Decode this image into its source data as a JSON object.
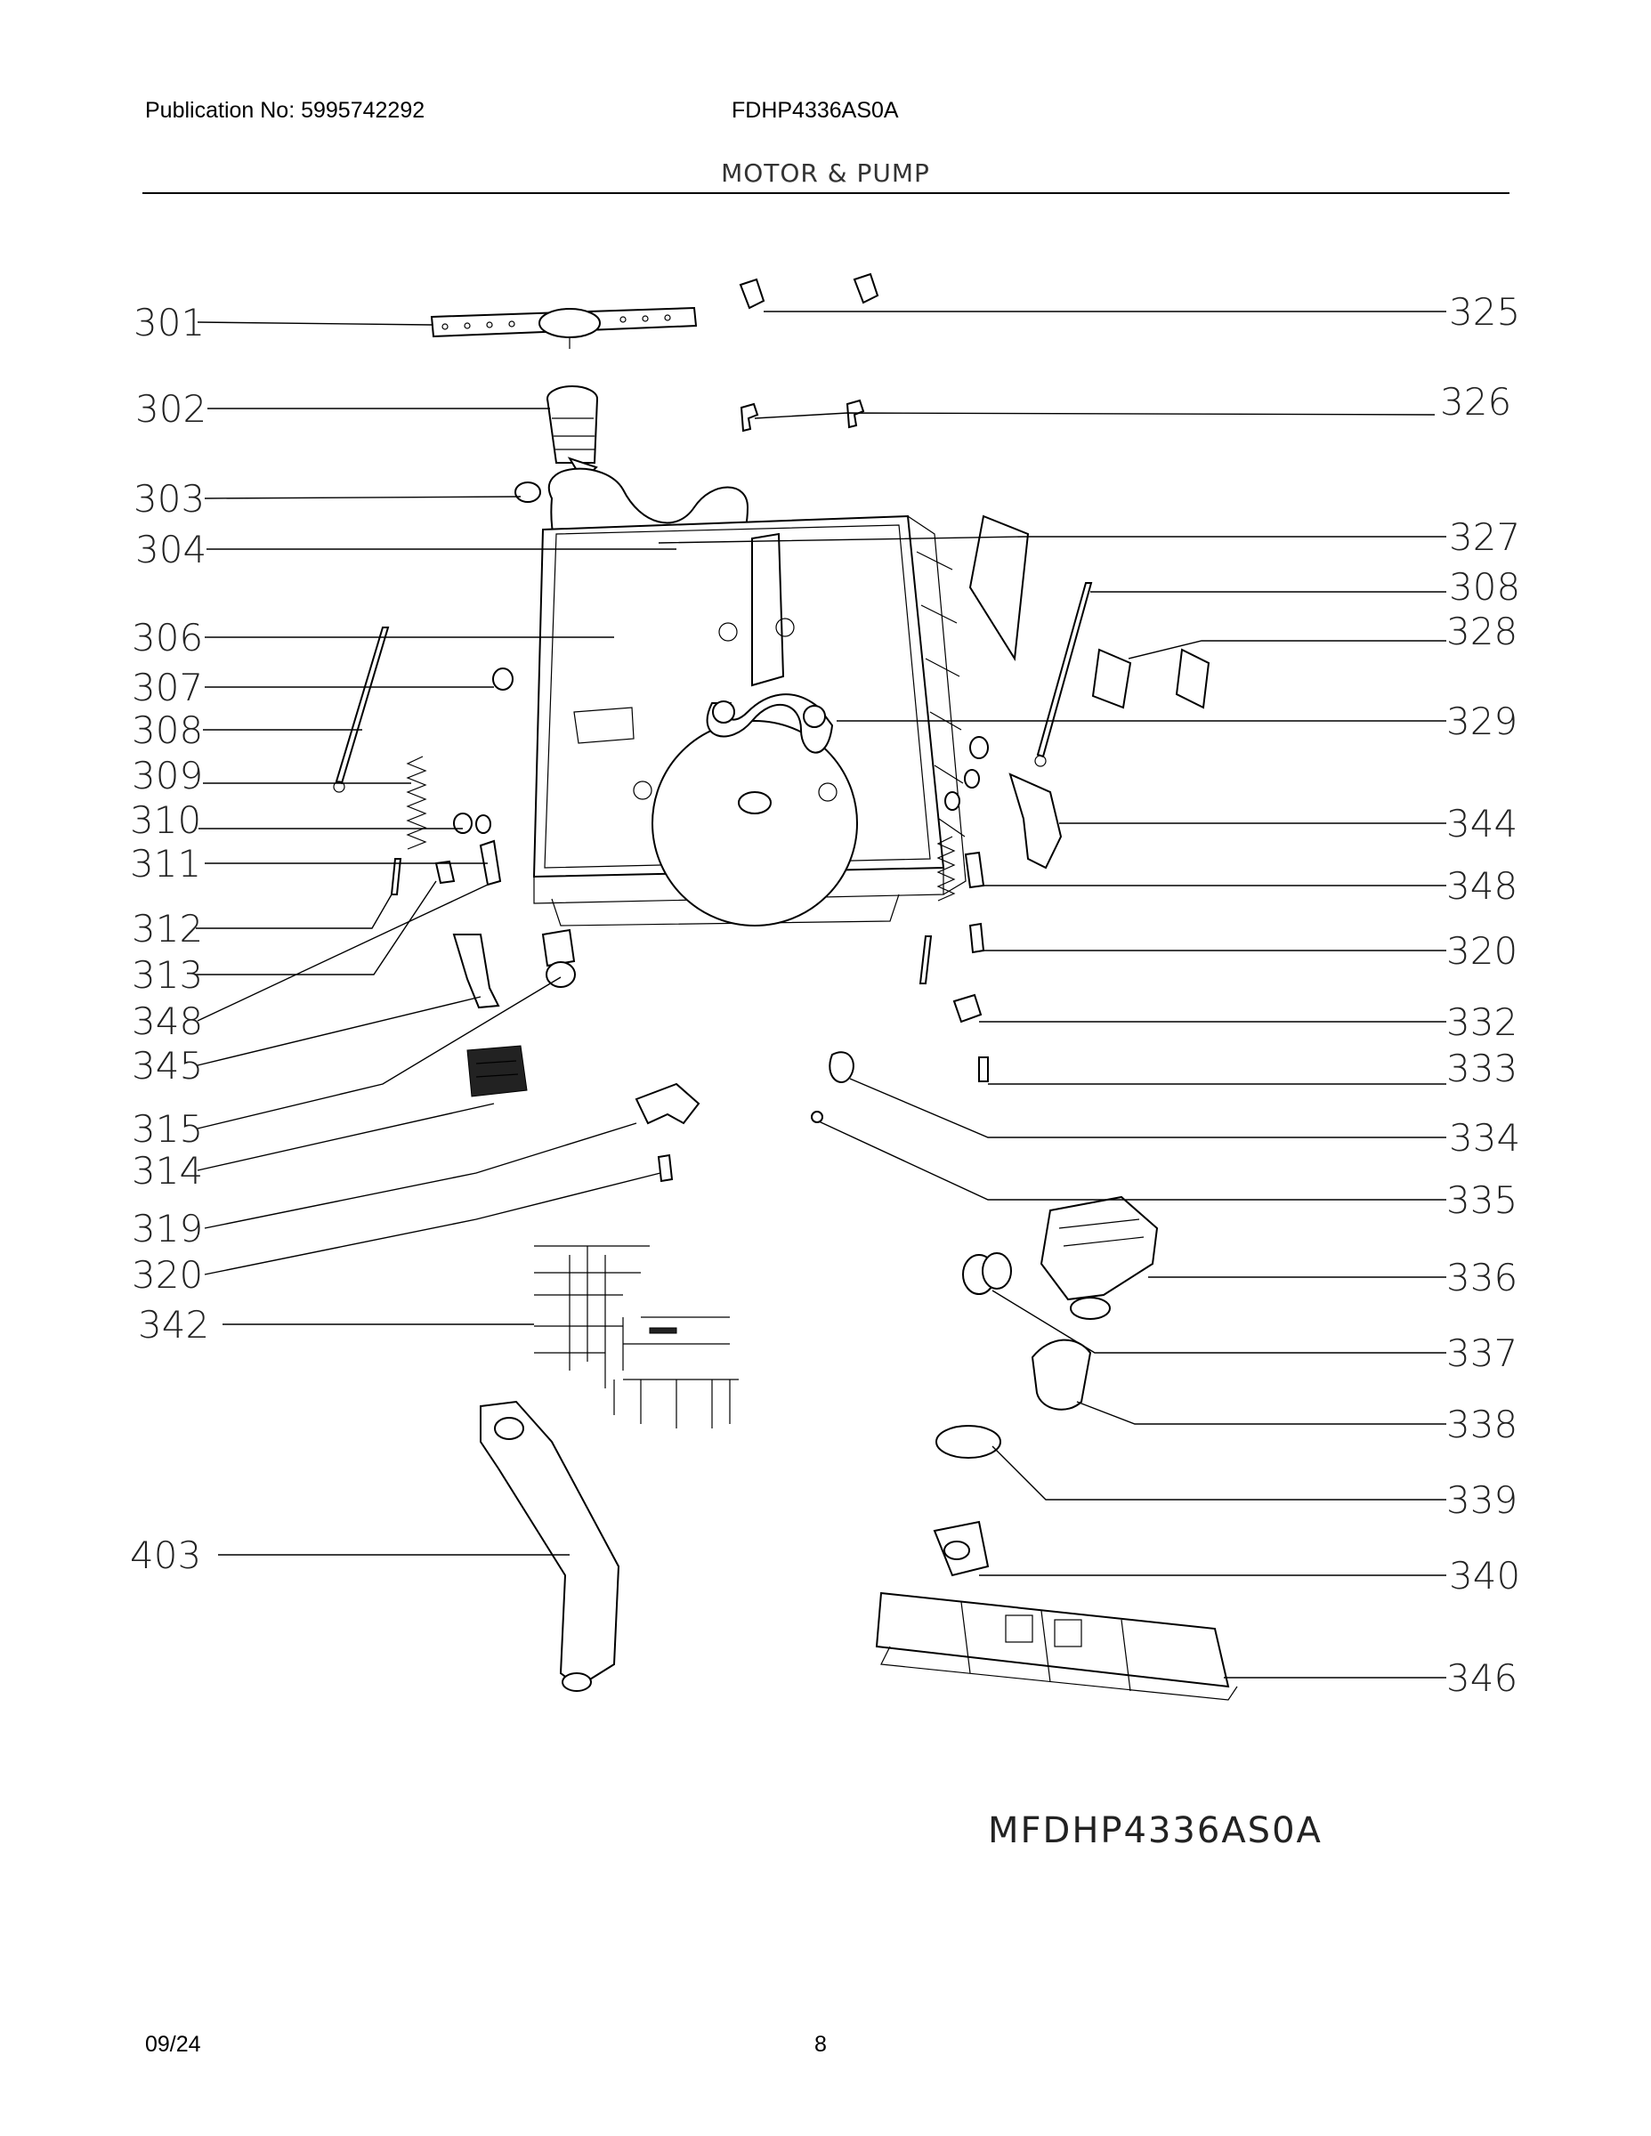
{
  "header": {
    "publication": "Publication No: 5995742292",
    "model": "FDHP4336AS0A",
    "section": "MOTOR & PUMP"
  },
  "diagram_model": "MFDHP4336AS0A",
  "footer": {
    "date": "09/24",
    "page": "8"
  },
  "left_labels": [
    "301",
    "302",
    "303",
    "304",
    "306",
    "307",
    "308",
    "309",
    "310",
    "311",
    "312",
    "313",
    "348",
    "345",
    "315",
    "314",
    "319",
    "320",
    "342",
    "403"
  ],
  "right_labels": [
    "325",
    "326",
    "327",
    "308",
    "328",
    "329",
    "344",
    "348",
    "320",
    "332",
    "333",
    "334",
    "335",
    "336",
    "337",
    "338",
    "339",
    "340",
    "346"
  ]
}
